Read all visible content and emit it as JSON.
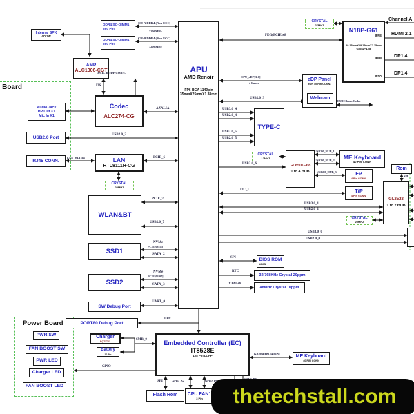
{
  "watermark": {
    "text": "thetechstall.com"
  },
  "blocks": {
    "internal_spk": {
      "l1": "Internal SPK",
      "l2": "4Ω 2W"
    },
    "dimm_a": {
      "l1": "DDR4 SO-DIMM1",
      "l2": "260 Pin"
    },
    "dimm_b": {
      "l1": "DDR4 SO-DIMM1",
      "l2": "260 Pin"
    },
    "amp": {
      "l1": "AMP",
      "l2": "ALC1306-CGT"
    },
    "audio_board": {
      "title": "Audio Board"
    },
    "audio_jack": {
      "l1": "Audio Jack",
      "l2": "HP Out X1",
      "l3": "Mic In X1"
    },
    "usb20_port": {
      "l1": "USB2.0 Port"
    },
    "rj45": {
      "l1": "RJ45 CONN."
    },
    "codec": {
      "l1": "Codec",
      "l2": "ALC274-CG"
    },
    "lan": {
      "l1": "LAN",
      "l2": "RTL8111H-CG"
    },
    "crystal_lan": {
      "l1": "CRYSTAL",
      "l2": "25MHZ"
    },
    "wlan": {
      "l1": "WLAN&BT"
    },
    "ssd1": {
      "l1": "SSD1"
    },
    "ssd2": {
      "l1": "SSD2"
    },
    "sw_debug": {
      "l1": "SW Debug Port"
    },
    "port80": {
      "l1": "PORT80 Debug Port"
    },
    "apu": {
      "l1": "APU",
      "l2": "AMD Renoir",
      "l3": "FP6 BGA 1140pin",
      "l4": "35mmX25mmX1.38mm"
    },
    "crystal_27": {
      "l1": "CRYSTAL",
      "l2": "27MHZ"
    },
    "n18p": {
      "l1": "N18P-G61",
      "l2": "29.15mmX29.15mmX2.25mm",
      "l3": "GB4D-128",
      "pin_e": "IFPE",
      "pin_b": "IFPB",
      "pin_a": "IFPA"
    },
    "edp_panel": {
      "l1": "eDP Panel",
      "l2": "eDP 40 Pin CONN.",
      "l3": "Webcam"
    },
    "typec": {
      "l1": "TYPE-C"
    },
    "crystal_12": {
      "l1": "CRYSTAL",
      "l2": "12MHZ"
    },
    "gl850": {
      "l1": "GL850G-68",
      "l2": "1 to 4 HUB"
    },
    "me_kb_top": {
      "l1": "ME Keyboard",
      "l2": "40 PIN CONN"
    },
    "fp": {
      "l1": "FP",
      "l2": "4 Pin CONN."
    },
    "tp": {
      "l1": "T/P",
      "l2": "4 Pin CONN."
    },
    "rom": {
      "l1": "Rom"
    },
    "gl3523": {
      "l1": "GL3523",
      "l2": "1 to 2 HUB"
    },
    "crystal_25": {
      "l1": "CRYSTAL",
      "l2": "25MHZ"
    },
    "bios_rom": {
      "l1": "BIOS ROM",
      "l2": "16MB"
    },
    "crystal_32": {
      "l1": "32.768KHz Crystal 20ppm"
    },
    "crystal_48": {
      "l1": "48MHz Crystal 10ppm"
    },
    "ec": {
      "l1": "Embedded Controller (EC)",
      "l2": "IT8528E",
      "l3": "128 Pin LQFP"
    },
    "me_kb_bottom": {
      "l1": "ME Keyboard",
      "l2": "40 PIN CONN"
    },
    "flash_rom": {
      "l1": "Flash Rom"
    },
    "cpu_fan": {
      "l1": "CPU FAN1",
      "l2": "3 Pin"
    },
    "charger": {
      "l1": "Charger",
      "l2": "BQ717V1"
    },
    "battery": {
      "l1": "Battery",
      "l2": "10 Pin"
    },
    "power_board": {
      "title": "Power Board",
      "sw": "PWR SW",
      "fan_sw": "FAN BOOST SW",
      "led": "PWR LED",
      "chg_led": "Charger LED",
      "fan_led": "FAN BOOST LED"
    }
  },
  "nets": {
    "cha": "CH-A DDR4 (Non ECC)",
    "cha_clk": "3200MHz",
    "chb": "CH-B DDR4 (Non ECC)",
    "chb_clk": "3200MHz",
    "i2s": "I2S",
    "dmic_to": "DMIC to eDP CONN.",
    "azalia": "AZALIA",
    "usb20_2": "USB2.0_2",
    "lan_mdi": "LAN_MDI X4",
    "pcie_6": "PCIE_6",
    "peg": "PEG(PCIE)x8",
    "channel_a": "Channel A",
    "hdmi": "HDMI 2.1",
    "dp14_1": "DP1.4",
    "dp14_2": "DP1.4",
    "cpu_edp": "CPU_eDP[3:0]",
    "lanes": "4 Lanes",
    "usb20_3": "USB2.0_3",
    "dmic_from": "DMIC from Codec",
    "usb30_4": "USB3.0_4",
    "usb20_4": "USB2.0_4",
    "usb30_5": "USB3.0_5",
    "usb20_5": "USB2.0_5",
    "usb20_6": "USB2.0_6",
    "hub1": "USB2.0_HUB_1",
    "hub2": "USB2.0_HUB_2",
    "hub3": "USB2.0_HUB_3",
    "i2c_1": "I2C_1",
    "spi_rom": "SPI",
    "usb30_1": "USB3.0_1",
    "usb20_1": "USB2.0_1",
    "usb30_0": "USB3.0_0",
    "usb20_0": "USB2.0_0",
    "pcie_7": "PCIE_7",
    "usb20_7": "USB2.0_7",
    "nvme1a": "NVMe",
    "nvme1b": "PCIE[08:11]",
    "sata_2": "SATA_2",
    "nvme2a": "NVMe",
    "nvme2b": "PCIE[04:07]",
    "sata_3": "SATA_3",
    "uart_0": "UART_0",
    "lpc": "LPC",
    "spi_bios": "SPI",
    "rtc": "RTC",
    "xtal48": "XTAL48",
    "kb_matrix": "KB Matrix(24 PIN)",
    "spi_flash": "SPI",
    "gpio_a2": "GPIO_A2",
    "gpio_d6": "GPIO_D6",
    "gpio_b0": "GPIO_B0",
    "gpio": "GPIO",
    "smb_0": "SMB_0"
  }
}
